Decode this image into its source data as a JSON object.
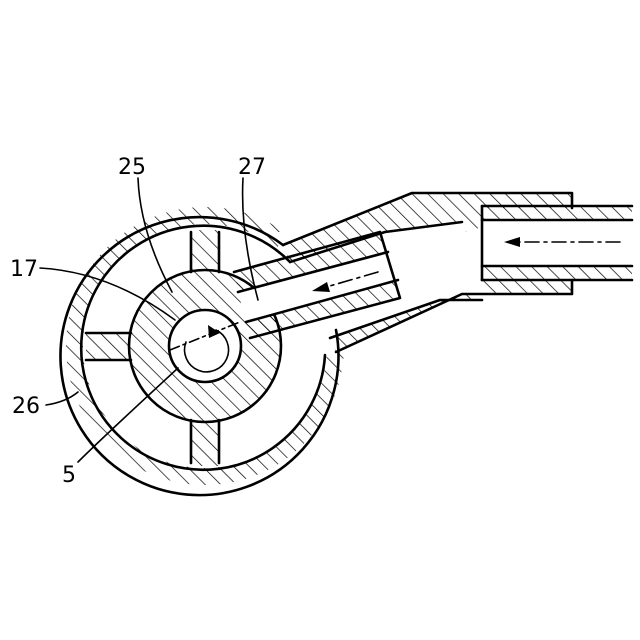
{
  "labels": {
    "hub": "25",
    "conduit": "27",
    "shaft_pointer": "17",
    "housing": "26",
    "center": "5"
  },
  "colors": {
    "ink": "#000000",
    "paper": "#ffffff"
  }
}
